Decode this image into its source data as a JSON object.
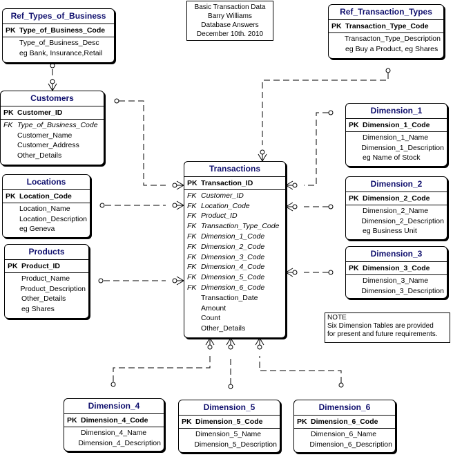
{
  "info": {
    "lines": [
      "Basic Transaction Data",
      "Barry Williams",
      "Database Answers",
      "December 10th. 2010"
    ]
  },
  "note": {
    "title": "NOTE",
    "lines": [
      "Six Dimension Tables are provided",
      "for present and future requirements."
    ]
  },
  "entities": {
    "ref_types_of_business": {
      "title": "Ref_Types_of_Business",
      "rows": [
        {
          "tag": "PK",
          "label": "Type_of_Business_Code"
        },
        {
          "tag": "",
          "label": "Type_of_Business_Desc"
        },
        {
          "tag": "",
          "label": "eg Bank, Insurance,Retail"
        }
      ]
    },
    "customers": {
      "title": "Customers",
      "rows": [
        {
          "tag": "PK",
          "label": "Customer_ID"
        },
        {
          "tag": "FK",
          "label": "Type_of_Business_Code"
        },
        {
          "tag": "",
          "label": "Customer_Name"
        },
        {
          "tag": "",
          "label": "Customer_Address"
        },
        {
          "tag": "",
          "label": "Other_Details"
        }
      ]
    },
    "locations": {
      "title": "Locations",
      "rows": [
        {
          "tag": "PK",
          "label": "Location_Code"
        },
        {
          "tag": "",
          "label": "Location_Name"
        },
        {
          "tag": "",
          "label": "Location_Description"
        },
        {
          "tag": "",
          "label": "eg Geneva"
        }
      ]
    },
    "products": {
      "title": "Products",
      "rows": [
        {
          "tag": "PK",
          "label": "Product_ID"
        },
        {
          "tag": "",
          "label": "Product_Name"
        },
        {
          "tag": "",
          "label": "Product_Description"
        },
        {
          "tag": "",
          "label": "Other_Details"
        },
        {
          "tag": "",
          "label": "eg Shares"
        }
      ]
    },
    "transactions": {
      "title": "Transactions",
      "rows": [
        {
          "tag": "PK",
          "label": "Transaction_ID"
        },
        {
          "tag": "FK",
          "label": "Customer_ID"
        },
        {
          "tag": "FK",
          "label": "Location_Code"
        },
        {
          "tag": "FK",
          "label": "Product_ID"
        },
        {
          "tag": "FK",
          "label": "Transaction_Type_Code"
        },
        {
          "tag": "FK",
          "label": "Dimension_1_Code"
        },
        {
          "tag": "FK",
          "label": "Dimension_2_Code"
        },
        {
          "tag": "FK",
          "label": "Dimension_3_Code"
        },
        {
          "tag": "FK",
          "label": "Dimension_4_Code"
        },
        {
          "tag": "FK",
          "label": "Dimension_5_Code"
        },
        {
          "tag": "FK",
          "label": "Dimension_6_Code"
        },
        {
          "tag": "",
          "label": "Transaction_Date"
        },
        {
          "tag": "",
          "label": "Amount"
        },
        {
          "tag": "",
          "label": "Count"
        },
        {
          "tag": "",
          "label": "Other_Details"
        }
      ]
    },
    "ref_transaction_types": {
      "title": "Ref_Transaction_Types",
      "rows": [
        {
          "tag": "PK",
          "label": "Transaction_Type_Code"
        },
        {
          "tag": "",
          "label": "Transacton_Type_Description"
        },
        {
          "tag": "",
          "label": "eg Buy a Product, eg Shares"
        }
      ]
    },
    "dimension_1": {
      "title": "Dimension_1",
      "rows": [
        {
          "tag": "PK",
          "label": "Dimension_1_Code"
        },
        {
          "tag": "",
          "label": "Dimension_1_Name"
        },
        {
          "tag": "",
          "label": "Dimension_1_Description"
        },
        {
          "tag": "",
          "label": "eg Name of Stock"
        }
      ]
    },
    "dimension_2": {
      "title": "Dimension_2",
      "rows": [
        {
          "tag": "PK",
          "label": "Dimension_2_Code"
        },
        {
          "tag": "",
          "label": "Dimension_2_Name"
        },
        {
          "tag": "",
          "label": "Dimension_2_Description"
        },
        {
          "tag": "",
          "label": "eg Business Unit"
        }
      ]
    },
    "dimension_3": {
      "title": "Dimension_3",
      "rows": [
        {
          "tag": "PK",
          "label": "Dimension_3_Code"
        },
        {
          "tag": "",
          "label": "Dimension_3_Name"
        },
        {
          "tag": "",
          "label": "Dimension_3_Description"
        }
      ]
    },
    "dimension_4": {
      "title": "Dimension_4",
      "rows": [
        {
          "tag": "PK",
          "label": "Dimension_4_Code"
        },
        {
          "tag": "",
          "label": "Dimension_4_Name"
        },
        {
          "tag": "",
          "label": "Dimension_4_Description"
        }
      ]
    },
    "dimension_5": {
      "title": "Dimension_5",
      "rows": [
        {
          "tag": "PK",
          "label": "Dimension_5_Code"
        },
        {
          "tag": "",
          "label": "Dimension_5_Name"
        },
        {
          "tag": "",
          "label": "Dimension_5_Description"
        }
      ]
    },
    "dimension_6": {
      "title": "Dimension_6",
      "rows": [
        {
          "tag": "PK",
          "label": "Dimension_6_Code"
        },
        {
          "tag": "",
          "label": "Dimension_6_Name"
        },
        {
          "tag": "",
          "label": "Dimension_6_Description"
        }
      ]
    }
  },
  "relationships": [
    {
      "parent": "ref_types_of_business",
      "child": "customers"
    },
    {
      "parent": "customers",
      "child": "transactions"
    },
    {
      "parent": "locations",
      "child": "transactions"
    },
    {
      "parent": "products",
      "child": "transactions"
    },
    {
      "parent": "ref_transaction_types",
      "child": "transactions"
    },
    {
      "parent": "dimension_1",
      "child": "transactions"
    },
    {
      "parent": "dimension_2",
      "child": "transactions"
    },
    {
      "parent": "dimension_3",
      "child": "transactions"
    },
    {
      "parent": "dimension_4",
      "child": "transactions"
    },
    {
      "parent": "dimension_5",
      "child": "transactions"
    },
    {
      "parent": "dimension_6",
      "child": "transactions"
    }
  ]
}
